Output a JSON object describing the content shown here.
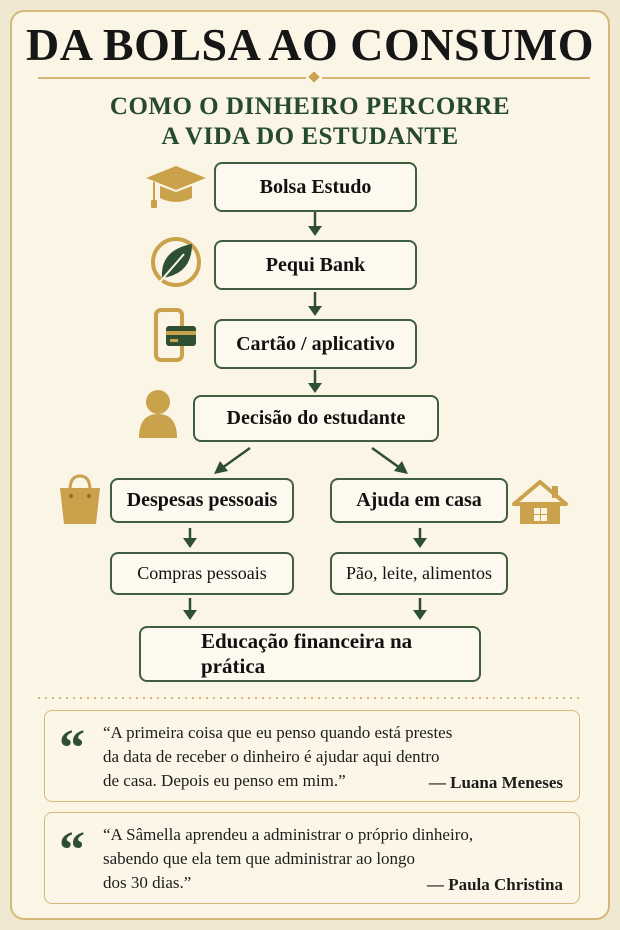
{
  "title": "DA BOLSA AO CONSUMO",
  "subtitle_line1": "COMO O DINHEIRO PERCORRE",
  "subtitle_line2": "A VIDA DO ESTUDANTE",
  "flow": {
    "bolsa": "Bolsa Estudo",
    "bank": "Pequi Bank",
    "cartao": "Cartão / aplicativo",
    "decisao": "Decisão do estudante",
    "despesas": "Despesas pessoais",
    "ajuda": "Ajuda em casa",
    "compras": "Compras pessoais",
    "pao": "Pão, leite, alimentos",
    "educacao": "Educação financeira na prática"
  },
  "icons": {
    "bolsa": "graduation-cap-icon",
    "bank": "leaf-icon",
    "cartao": "phone-card-icon",
    "decisao": "person-icon",
    "despesas": "shopping-bag-icon",
    "ajuda": "house-icon",
    "educacao": "piggy-bank-icon"
  },
  "quotes": [
    {
      "text_lines": [
        "“A primeira coisa que eu penso quando está prestes",
        "da data de receber o dinheiro é ajudar aqui dentro",
        "de casa. Depois eu penso em mim.”"
      ],
      "author": "— Luana Meneses"
    },
    {
      "text_lines": [
        "“A Sâmella aprendeu a administrar o próprio dinheiro,",
        "sabendo que ela tem que administrar ao longo",
        "dos 30 dias.”"
      ],
      "author": "— Paula Christina"
    }
  ],
  "quote_mark": "“",
  "colors": {
    "background": "#fbf5e6",
    "gold": "#c9a24b",
    "green": "#254a2c",
    "box_border": "#3f5e44"
  }
}
